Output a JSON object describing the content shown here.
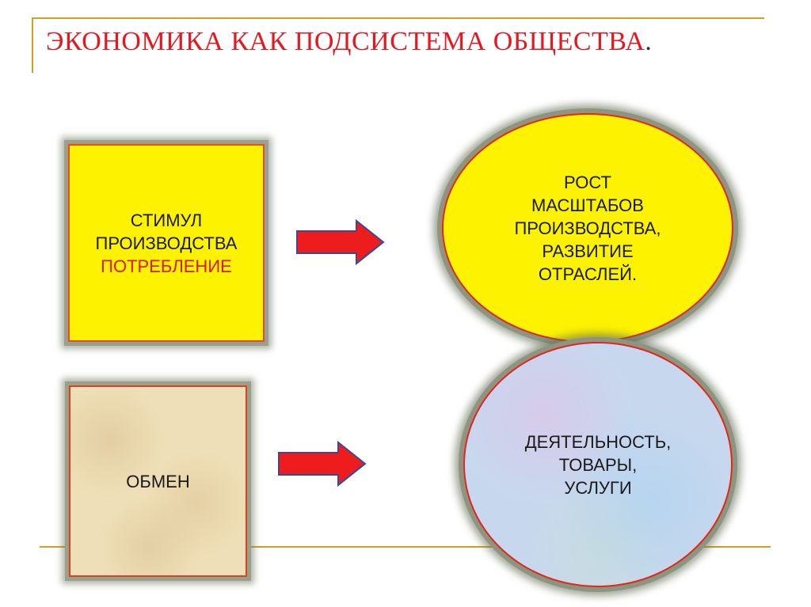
{
  "title": {
    "text": "ЭКОНОМИКА КАК  ПОДСИСТЕМА  ОБЩЕСТВА",
    "dot": "."
  },
  "box_stimul": {
    "line1": "СТИМУЛ",
    "line2": "ПРОИЗВОДСТВА",
    "line3": "ПОТРЕБЛЕНИЕ"
  },
  "box_obmen": {
    "line1": "ОБМЕН"
  },
  "ellipse_rost": {
    "line1": "РОСТ",
    "line2": "МАСШТАБОВ",
    "line3": "ПРОИЗВОДСТВА,",
    "line4": "РАЗВИТИЕ",
    "line5": "ОТРАСЛЕЙ."
  },
  "ellipse_deyat": {
    "line1": "ДЕЯТЕЛЬНОСТЬ,",
    "line2": "ТОВАРЫ,",
    "line3": "УСЛУГИ"
  },
  "colors": {
    "title": "#e8171f",
    "yellow": "#fdf200",
    "arrow": "#ee1c1c",
    "arrow_outline": "#3a4a9a",
    "frame": "#c9a227"
  },
  "icons": {
    "arrow_top": "right-arrow-icon",
    "arrow_bottom": "right-arrow-icon"
  }
}
